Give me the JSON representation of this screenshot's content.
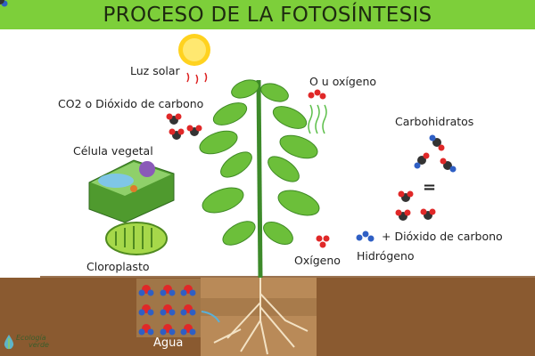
{
  "title": "PROCESO DE LA FOTOSÍNTESIS",
  "labels": {
    "sun": "Luz solar",
    "co2": "CO2 o Dióxido de carbono",
    "oxygen_out": "O u oxígeno",
    "carbohydrates": "Carbohidratos",
    "equals": "=",
    "plus_co2": "+ Dióxido de carbono",
    "oxygen": "Oxígeno",
    "hydrogen": "Hidrógeno",
    "cell": "Célula vegetal",
    "chloroplast": "Cloroplasto",
    "water": "Agua"
  },
  "logo": {
    "line1": "Ecología",
    "line2": "verde"
  },
  "colors": {
    "title_bar": "#7dcf3a",
    "soil": "#8a5a30",
    "leaf": "#6cbf3a",
    "oxygen": "#e02828",
    "hydrogen": "#2f5fc4",
    "carbon": "#333333"
  }
}
